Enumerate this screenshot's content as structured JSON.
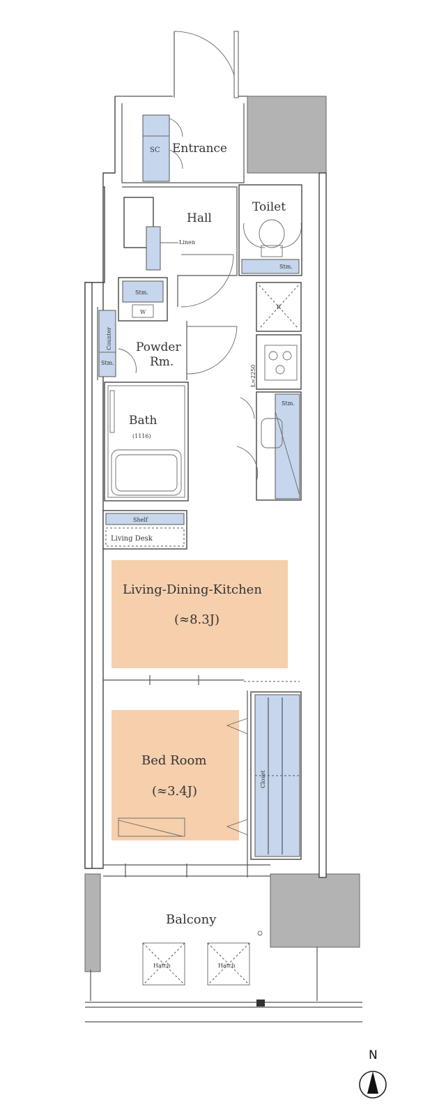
{
  "rooms": {
    "entrance": "Entrance",
    "sc": "SC",
    "hall": "Hall",
    "linen": "Linen",
    "toilet": "Toilet",
    "toilet_storage": "Stm.",
    "laundry_storage": "Stm.",
    "washer": "W",
    "counter": "Counter",
    "powder_storage": "Stm.",
    "powder_line1": "Powder",
    "powder_line2": "Rm.",
    "bath": "Bath",
    "bath_size": "(1116)",
    "refrigerator": "R",
    "kitchen_size": "L=2250",
    "kitchen_storage": "Stm.",
    "shelf": "Shelf",
    "living_desk": "Living Desk",
    "ldk": "Living-Dining-Kitchen",
    "ldk_area": "(≈8.3J)",
    "bedroom": "Bed Room",
    "bedroom_area": "(≈3.4J)",
    "closet": "Closet",
    "balcony": "Balcony",
    "hatch_1": "Hatch",
    "hatch_2": "Hatch"
  },
  "compass": {
    "label": "N"
  },
  "colors": {
    "room_fill": "#f6cfad",
    "storage_fill": "#c6d6ec",
    "structure_fill": "#b3b3b3",
    "wall_stroke": "#444444"
  }
}
